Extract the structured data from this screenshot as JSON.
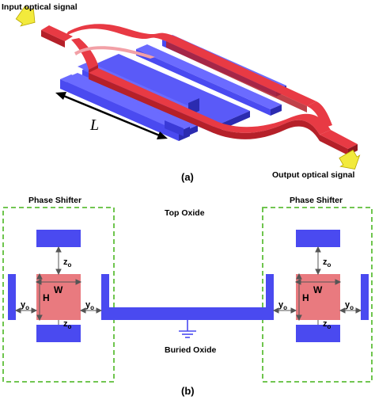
{
  "figure_a": {
    "input_label": "Input optical signal",
    "output_label": "Output optical signal",
    "length_symbol": "L",
    "caption": "(a)"
  },
  "figure_b": {
    "left_box_title": "Phase Shifter",
    "right_box_title": "Phase Shifter",
    "top_label": "Top Oxide",
    "bottom_label": "Buried Oxide",
    "width_symbol": "W",
    "height_symbol": "H",
    "z_symbol": "z",
    "y_symbol": "y",
    "subscript": "o",
    "caption": "(b)"
  },
  "colors": {
    "waveguide_red": "#e83a44",
    "waveguide_red_dark": "#b52029",
    "electrode_blue": "#4a4af0",
    "electrode_blue_dark": "#2b2bb0",
    "core_pink": "#e97a7f",
    "arrow_yellow": "#f2ea3c",
    "dashed_green": "#5fbf3a"
  }
}
